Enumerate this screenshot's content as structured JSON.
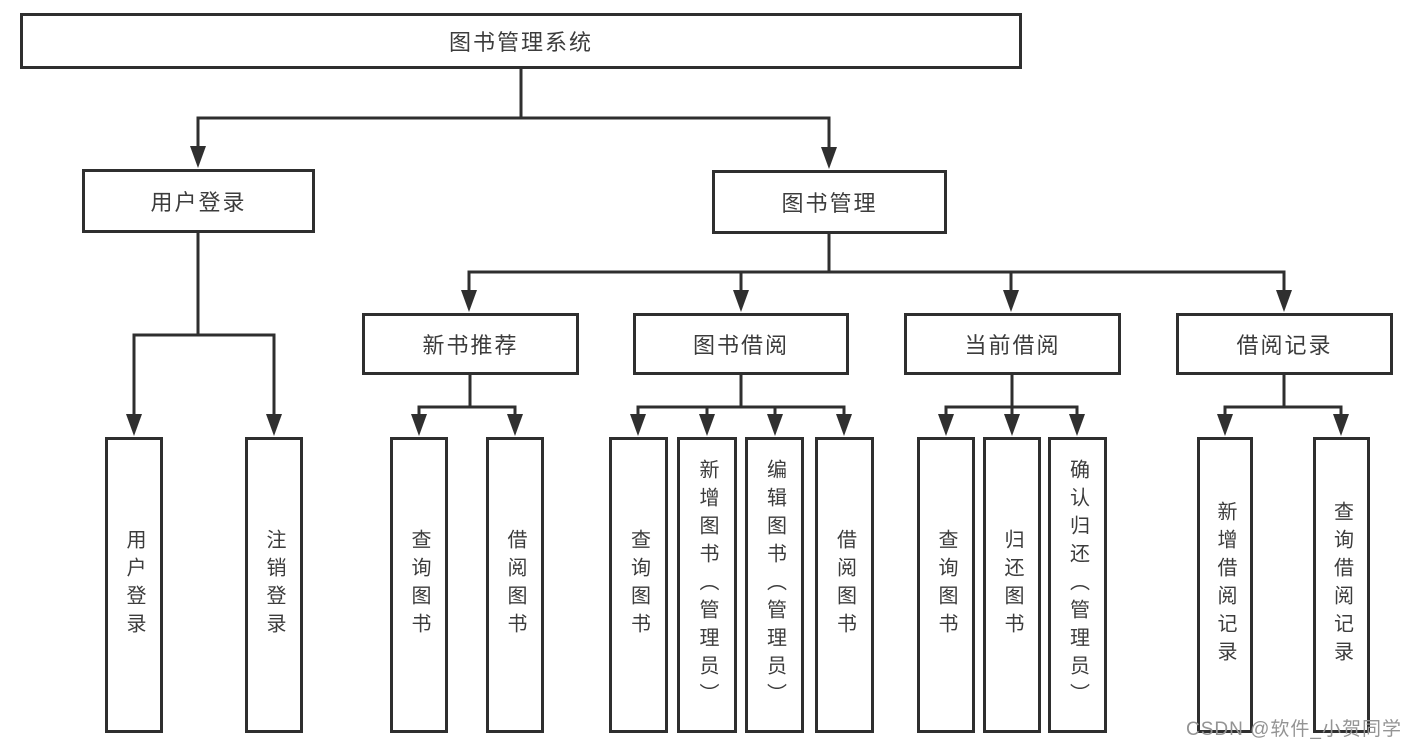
{
  "title": "图书管理系统",
  "watermark": "CSDN @软件_小贺同学",
  "colors": {
    "line": "#2f2f2f",
    "text": "#3c3c3c",
    "background": "#ffffff",
    "watermark": "#949494"
  },
  "nodes": {
    "root": "图书管理系统",
    "user_login": "用户登录",
    "book_mgmt": "图书管理",
    "new_book_rec": "新书推荐",
    "book_borrow": "图书借阅",
    "current_borrow": "当前借阅",
    "borrow_records": "借阅记录",
    "ul_login": "用户登录",
    "ul_logout": "注销登录",
    "nbr_query": "查询图书",
    "nbr_borrow": "借阅图书",
    "bb_query": "查询图书",
    "bb_add": "新增图书（管理员）",
    "bb_edit": "编辑图书（管理员）",
    "bb_borrow": "借阅图书",
    "cb_query": "查询图书",
    "cb_return": "归还图书",
    "cb_confirm": "确认归还（管理员）",
    "br_add": "新增借阅记录",
    "br_query": "查询借阅记录"
  },
  "tree": {
    "图书管理系统": {
      "用户登录": [
        "用户登录",
        "注销登录"
      ],
      "图书管理": {
        "新书推荐": [
          "查询图书",
          "借阅图书"
        ],
        "图书借阅": [
          "查询图书",
          "新增图书（管理员）",
          "编辑图书（管理员）",
          "借阅图书"
        ],
        "当前借阅": [
          "查询图书",
          "归还图书",
          "确认归还（管理员）"
        ],
        "借阅记录": [
          "新增借阅记录",
          "查询借阅记录"
        ]
      }
    }
  }
}
